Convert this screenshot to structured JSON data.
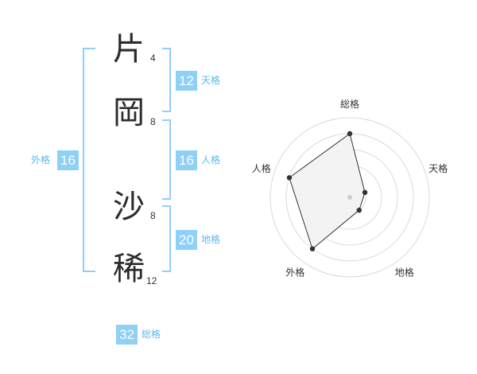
{
  "name": {
    "chars": [
      {
        "char": "片",
        "strokes": "4"
      },
      {
        "char": "岡",
        "strokes": "8"
      },
      {
        "char": "沙",
        "strokes": "8"
      },
      {
        "char": "稀",
        "strokes": "12"
      }
    ]
  },
  "fortunes": {
    "tenkaku": {
      "value": "12",
      "label": "天格"
    },
    "jinkaku": {
      "value": "16",
      "label": "人格"
    },
    "chikaku": {
      "value": "20",
      "label": "地格"
    },
    "gaikaku": {
      "value": "16",
      "label": "外格"
    },
    "soukaku": {
      "value": "32",
      "label": "総格"
    }
  },
  "chart_data": {
    "type": "radar",
    "axes": [
      "総格",
      "天格",
      "地格",
      "外格",
      "人格"
    ],
    "values": [
      4,
      1,
      1,
      4,
      4
    ],
    "rmax": 5,
    "grid_rings": 5,
    "colors": {
      "fill": "#f2f2f2",
      "line": "#333333",
      "grid": "#d9d9d9",
      "center": "#cccccc"
    }
  }
}
